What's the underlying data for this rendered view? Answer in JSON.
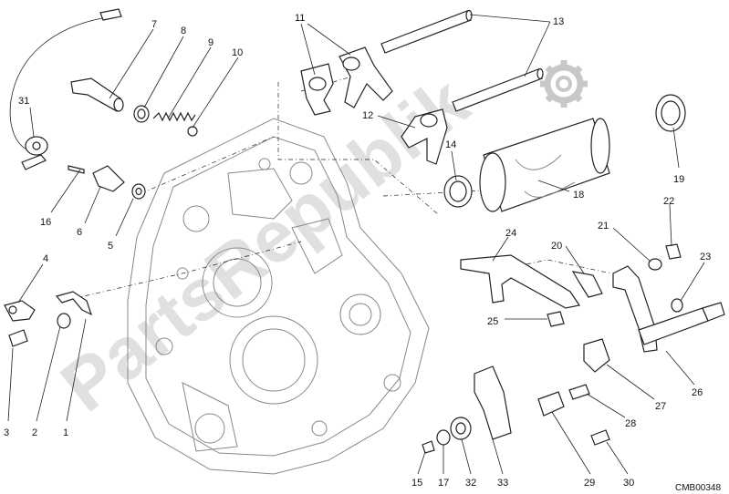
{
  "watermark": "PartsRepublik",
  "drawing_code": "CMB00348",
  "callouts": {
    "c1": "1",
    "c2": "2",
    "c3": "3",
    "c4": "4",
    "c5": "5",
    "c6": "6",
    "c7": "7",
    "c8": "8",
    "c9": "9",
    "c10": "10",
    "c11": "11",
    "c12": "12",
    "c13": "13",
    "c14": "14",
    "c15": "15",
    "c16": "16",
    "c17": "17",
    "c18": "18",
    "c19": "19",
    "c20": "20",
    "c21": "21",
    "c22": "22",
    "c23": "23",
    "c24": "24",
    "c25": "25",
    "c26": "26",
    "c27": "27",
    "c28": "28",
    "c29": "29",
    "c30": "30",
    "c31": "31",
    "c32": "32",
    "c33": "33"
  },
  "colors": {
    "line": "#222222",
    "faint_line": "#888888",
    "watermark": "#c8c8c8"
  }
}
